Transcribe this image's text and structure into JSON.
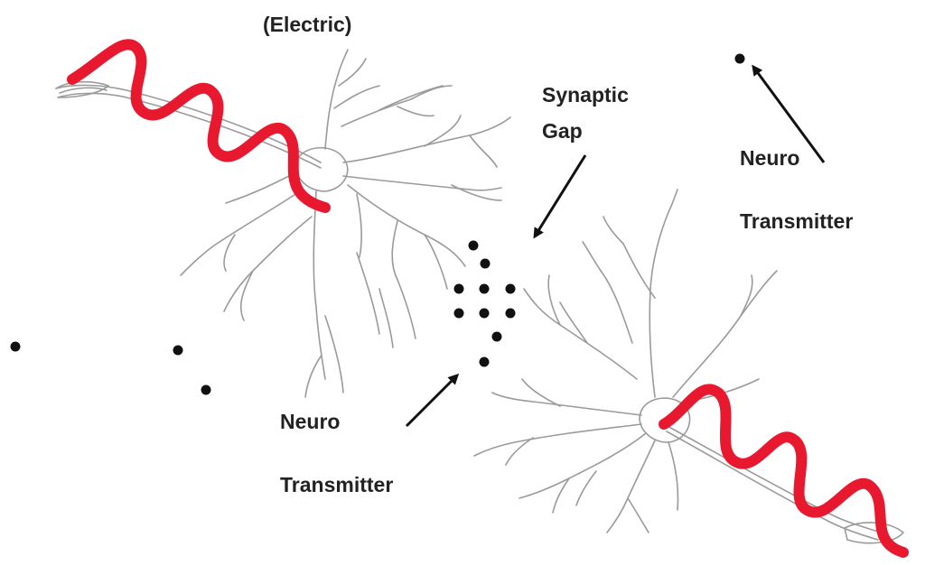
{
  "labels": {
    "electric": "(Electric)",
    "synaptic_gap_line1": "Synaptic",
    "synaptic_gap_line2": "Gap",
    "neuro_left_line1": "Neuro",
    "neuro_left_line2": "Transmitter",
    "neuro_right_line1": "Neuro",
    "neuro_right_line2": "Transmitter"
  },
  "colors": {
    "signal_wave": "#e8182f",
    "neuron_outline": "#9a9a9a",
    "neurotransmitter_dot": "#111111",
    "arrow": "#111111"
  },
  "icons": {
    "arrow": "arrow-icon"
  }
}
